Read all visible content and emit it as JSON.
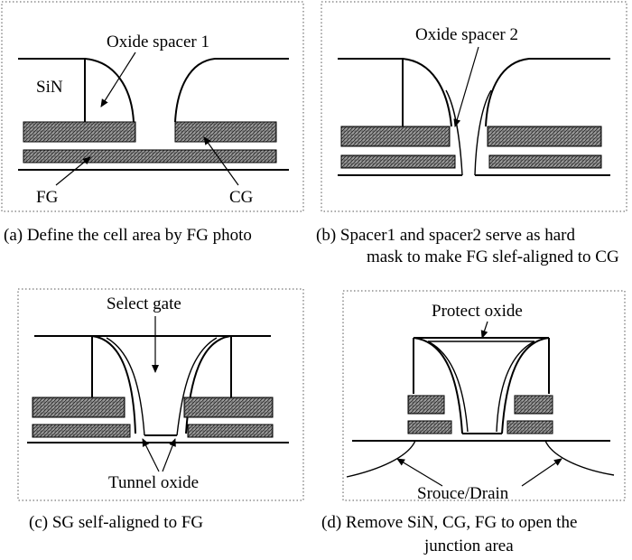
{
  "panel_a": {
    "labels": {
      "spacer": "Oxide spacer 1",
      "sin": "SiN",
      "fg": "FG",
      "cg": "CG"
    },
    "caption": [
      "(a) Define the cell area by FG photo"
    ]
  },
  "panel_b": {
    "labels": {
      "spacer": "Oxide spacer 2"
    },
    "caption": [
      "(b) Spacer1 and spacer2 serve as hard",
      "mask to make FG slef-aligned to CG"
    ]
  },
  "panel_c": {
    "labels": {
      "select_gate": "Select gate",
      "tunnel": "Tunnel oxide"
    },
    "caption": [
      "(c) SG self-aligned to FG"
    ]
  },
  "panel_d": {
    "labels": {
      "protect": "Protect oxide",
      "source_drain": "Srouce/Drain"
    },
    "caption": [
      "(d) Remove SiN, CG, FG to open the",
      "junction area"
    ]
  },
  "colors": {
    "line": "#000000",
    "frame": "#555555",
    "hatch_fill": "#9a9a9a"
  }
}
